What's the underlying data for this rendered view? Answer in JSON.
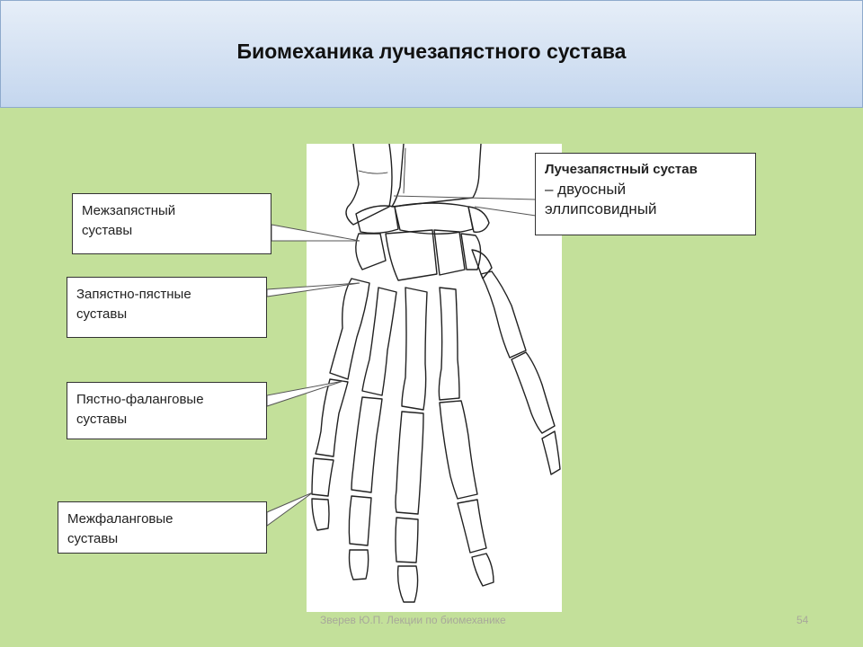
{
  "slide": {
    "title": "Биомеханика лучезапястного сустава",
    "footer_author": "Зверев Ю.П. Лекции по биомеханике",
    "page_number": "54"
  },
  "labels": {
    "radiocarpal_line1": "Лучезапястный сустав",
    "radiocarpal_line2": "– двуосный",
    "radiocarpal_line3": "эллипсовидный",
    "intercarpal_line1": "Межзапястный",
    "intercarpal_line2": "суставы",
    "carpometacarpal_line1": "Запястно-пястные",
    "carpometacarpal_line2": "суставы",
    "metacarpophalangeal_line1": "Пястно-фаланговые",
    "metacarpophalangeal_line2": "суставы",
    "interphalangeal_line1": "Межфаланговые",
    "interphalangeal_line2": "суставы"
  },
  "colors": {
    "background": "#c3e09a",
    "header": "#c4d6ee",
    "footer_text": "#a8a89a"
  },
  "figure": {
    "subject": "hand-skeleton-illustration"
  }
}
